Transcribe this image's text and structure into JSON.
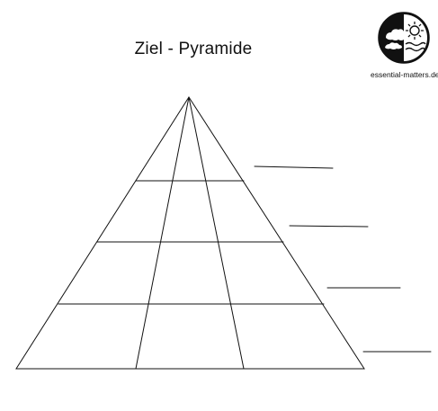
{
  "title": "Ziel - Pyramide",
  "brand": {
    "logo_icon": "sun-waves-clouds-logo-icon",
    "url": "essential-matters.de"
  },
  "pyramid": {
    "levels": 4,
    "columns": 3,
    "answer_lines": 4
  },
  "colors": {
    "line": "#111111",
    "background": "#ffffff"
  }
}
